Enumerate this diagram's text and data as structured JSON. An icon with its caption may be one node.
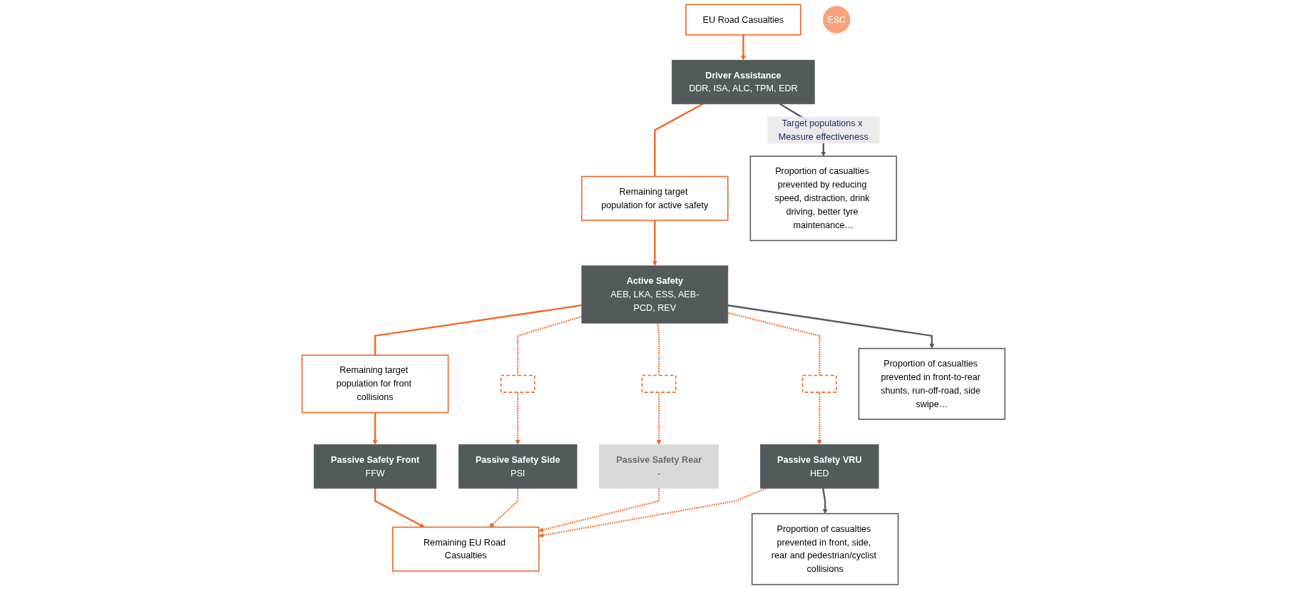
{
  "diagram": {
    "nodes": [
      {
        "text": [
          "EU Road Casualties"
        ]
      },
      {
        "text": [
          "Driver Assistance",
          "DDR, ISA, ALC, TPM, EDR"
        ]
      },
      {
        "text": [
          "Remaining target population for active safety"
        ]
      },
      {
        "text": [
          "Active Safety",
          "AEB, LKA, ESS, AEB-PCD, REV"
        ]
      },
      {
        "text": [
          "ESC"
        ]
      },
      {
        "text": [
          "Remaining target population for front collisions"
        ]
      },
      {
        "text": [],
        "shape": "box"
      },
      {
        "text": [],
        "shape": "box"
      },
      {
        "text": [],
        "shape": "box"
      },
      {
        "text": [
          "Passive Safety Front",
          "FFW"
        ]
      },
      {
        "text": [
          "Passive Safety Side",
          "PSI"
        ]
      },
      {
        "text": [
          "Passive Safety Rear",
          "-"
        ]
      },
      {
        "text": [
          "Passive Safety VRU",
          "HED"
        ]
      },
      {
        "text": [
          "Remaining EU Road Casualties"
        ]
      },
      {
        "text": [
          "Proportion of casualties prevented by reducing speed, distraction, drink driving, better tyre maintenance…"
        ]
      },
      {
        "text": [
          "Proportion of casualties prevented in front-to-rear shunts, run-off-road, side swipe…"
        ]
      },
      {
        "text": [
          "Proportion of casualties prevented in front, side, rear and pedestrian/cyclist collisions"
        ]
      }
    ],
    "edges": [
      {
        "from": 0,
        "to": 1,
        "arrow": "to"
      },
      {
        "from": 1,
        "to": 2,
        "arrow": "none"
      },
      {
        "from": 2,
        "to": 3,
        "arrow": "to"
      },
      {
        "from": 3,
        "to": 5,
        "arrow": "none"
      },
      {
        "from": 5,
        "to": 9,
        "arrow": "to"
      },
      {
        "from": 3,
        "to": 6,
        "arrow": "none",
        "style": "dashed"
      },
      {
        "from": 6,
        "to": 10,
        "arrow": "to",
        "style": "dashed"
      },
      {
        "from": 3,
        "to": 7,
        "arrow": "none",
        "style": "dashed"
      },
      {
        "from": 7,
        "to": 11,
        "arrow": "to",
        "style": "dashed"
      },
      {
        "from": 3,
        "to": 8,
        "arrow": "none",
        "style": "dashed"
      },
      {
        "from": 8,
        "to": 12,
        "arrow": "to",
        "style": "dashed"
      },
      {
        "from": 1,
        "to": 14,
        "arrow": "to",
        "label": "Target populations x Measure effectiveness",
        "color": "#545b5c"
      },
      {
        "from": 3,
        "to": 15,
        "arrow": "to",
        "color": "#545b5c"
      },
      {
        "from": 12,
        "to": 16,
        "arrow": "to",
        "color": "#545b5c"
      },
      {
        "from": 9,
        "to": 13,
        "arrow": "to"
      },
      {
        "from": 10,
        "to": 13,
        "arrow": "to",
        "style": "dashed"
      },
      {
        "from": 11,
        "to": 13,
        "arrow": "to",
        "style": "dashed"
      },
      {
        "from": 12,
        "to": 13,
        "arrow": "to",
        "style": "dashed"
      }
    ]
  }
}
